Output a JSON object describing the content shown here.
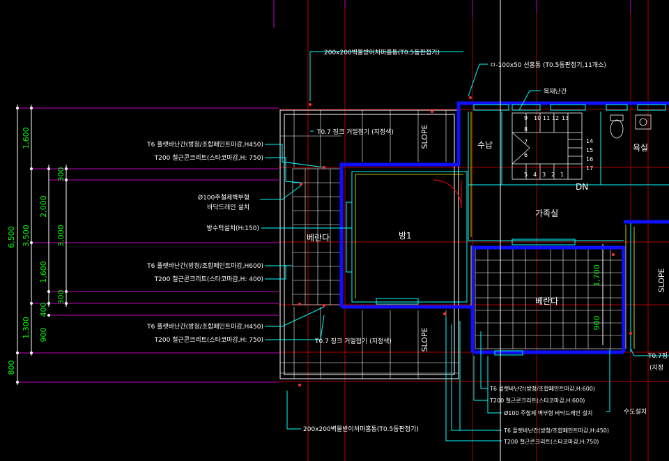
{
  "colors": {
    "background": "#000000",
    "grid_red": "#b00000",
    "wall_blue": "#1010ff",
    "leader_cyan": "#00ffff",
    "dimension_green": "#00ff00",
    "dimension_magenta": "#c000c0",
    "text_white": "#ffffff",
    "detail_yellow": "#ffff00"
  },
  "annotations": {
    "drain_top": "200x200벽물받이처마홈통(T0.5동판접기)",
    "gutter_top": "ㅁ-100x50 선홈통 (T0.5동판접기,11개소)",
    "wood_rail": "목재난간",
    "galv_top": "T0.7 징크 거멀접기 (지정색)",
    "rail_a1": "T6 플랫바난간(방청/조합페인트마감,H450)",
    "rail_a2": "T200 철근콘크리트(스타코마감,H: 750)",
    "drain_floor1": "Ø100주철제벽부형",
    "drain_floor2": "바닥드레인 설치",
    "waterproof": "방수턱설치(H:150)",
    "rail_b1": "T6 플랫바난간(방청/조합페인트마감,H600)",
    "rail_b2": "T200 철근콘크리트(스타코마감,H: 400)",
    "rail_c1": "T6 플랫바난간(방청/조합페인트마감,H450)",
    "rail_c2": "T200 철근콘크리트(스타코마감,H: 750)",
    "galv_bottom": "T0.7 징크 거멀접기 (지정색)",
    "drain_bottom": "200x200벽물받이처마홈통(T0.5동판접기)",
    "rail_d1": "T6 플랫바난간(방청/조합페인트마감,H:600)",
    "rail_d2": "T200 철근콘크리트(스타코마감,H:600)",
    "drain_d": "Ø100 주철제 벽부형 바닥드레인 설치",
    "rail_e1": "T6 플랫바난간(방청/조합페인트마감,H:450)",
    "rail_e2": "T200 철근콘크리트(스타코마감,H:750)",
    "faucet": "수도설치",
    "galv_right1": "T0.7징",
    "galv_right2": "(지정"
  },
  "rooms": {
    "storage": "수납",
    "bath": "욕실",
    "family": "가족실",
    "room1": "방1",
    "balcony_left": "베란다",
    "balcony_right": "베란다",
    "down": "DN",
    "slope_top": "SLOPE",
    "slope_bottom": "SLOPE",
    "slope_right": "SLOPE"
  },
  "stair_numbers": {
    "top": [
      "9",
      "10",
      "11",
      "12",
      "13"
    ],
    "right": [
      "14",
      "15",
      "16",
      "17"
    ],
    "left": [
      "8",
      "7",
      "6"
    ],
    "bottom": [
      "5",
      "4",
      "3",
      "2",
      "1"
    ]
  },
  "dimensions": {
    "total": "6,500",
    "d1600_top": "1,600",
    "d3500": "3,500",
    "d2000": "2,000",
    "d3000": "3,000",
    "d300_top": "300",
    "d1600_mid": "1,600",
    "d300_bottom": "300",
    "d1300": "1,300",
    "d400": "400",
    "d900": "900",
    "d800": "800",
    "d1700": "1,700",
    "d900_right": "900"
  }
}
